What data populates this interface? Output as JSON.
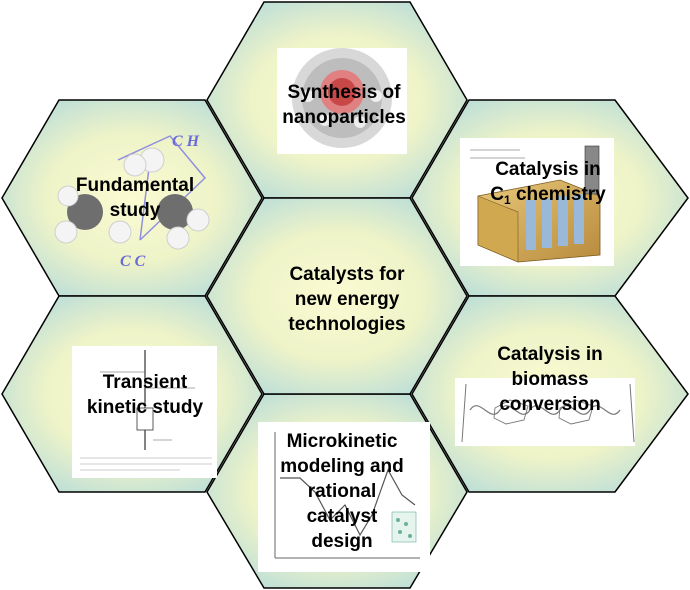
{
  "center": {
    "line1": "Catalysts for",
    "line2": "new energy",
    "line3": "technologies"
  },
  "top": {
    "line1": "Synthesis of",
    "line2": "nanoparticles"
  },
  "top_right": {
    "line1": "Catalysis in",
    "line2_prefix": "C",
    "line2_sub": "1",
    "line2_suffix": " chemistry"
  },
  "top_left": {
    "line1": "Fundamental",
    "line2": "study",
    "label_ch": "C H",
    "label_cc": "C C"
  },
  "bottom_left": {
    "line1": "Transient",
    "line2": "kinetic study"
  },
  "bottom_right": {
    "line1": "Catalysis in",
    "line2": "biomass",
    "line3": "conversion"
  },
  "bottom": {
    "line1": "Microkinetic",
    "line2": "modeling and",
    "line3": "rational",
    "line4": "catalyst",
    "line5": "design"
  },
  "colors": {
    "hex_center": "#f8f8c8",
    "hex_edge": "#bfe0dc",
    "outline": "#000000"
  }
}
